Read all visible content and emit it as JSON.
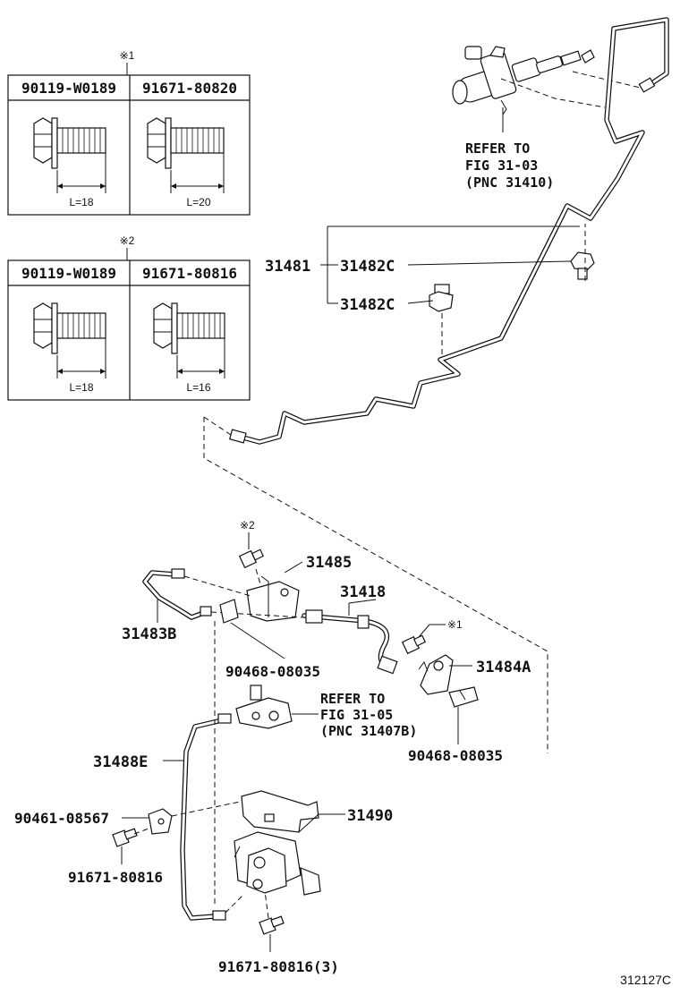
{
  "figure_id": "312127C",
  "tables": [
    {
      "marker": "※1",
      "columns": [
        {
          "part": "90119-W0189",
          "length": "L=18"
        },
        {
          "part": "91671-80820",
          "length": "L=20"
        }
      ]
    },
    {
      "marker": "※2",
      "columns": [
        {
          "part": "90119-W0189",
          "length": "L=18"
        },
        {
          "part": "91671-80816",
          "length": "L=16"
        }
      ]
    }
  ],
  "refs": {
    "master_cylinder": [
      "REFER TO",
      "FIG 31-03",
      "(PNC 31410)"
    ],
    "pipe_group": [
      "REFER TO",
      "FIG 31-05",
      "(PNC 31407B)"
    ]
  },
  "markers": {
    "m1": "※1",
    "m2": "※2"
  },
  "labels": {
    "p31481": "31481",
    "p31482c_a": "31482C",
    "p31482c_b": "31482C",
    "p31485": "31485",
    "p31418": "31418",
    "p31483b": "31483B",
    "p90468_a": "90468-08035",
    "p31484a": "31484A",
    "p90468_b": "90468-08035",
    "p31488e": "31488E",
    "p31490": "31490",
    "p90461": "90461-08567",
    "p91671_a": "91671-80816",
    "p91671_b": "91671-80816(3)"
  }
}
